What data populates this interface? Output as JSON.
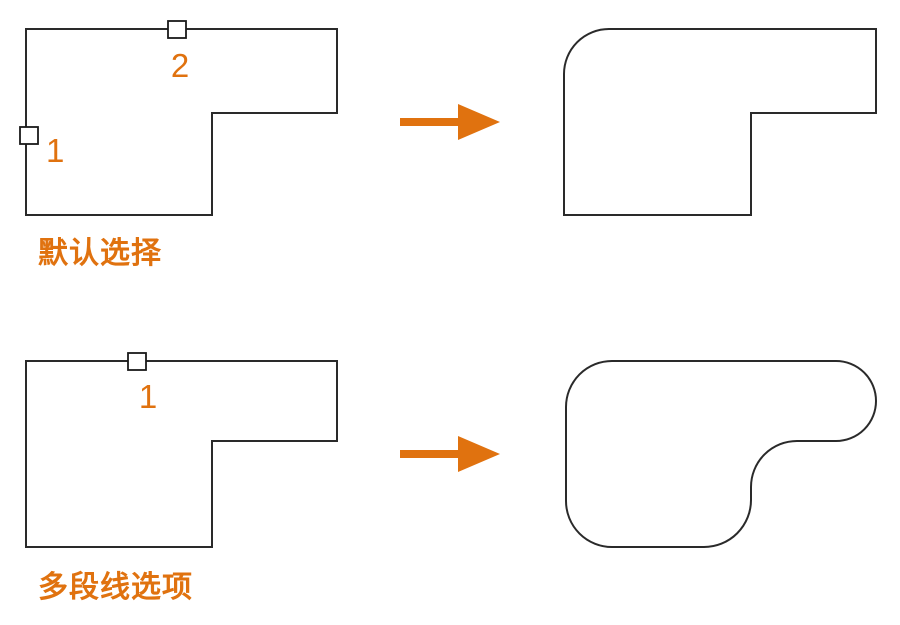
{
  "colors": {
    "accent": "#e0720f",
    "stroke": "#2a2a2a",
    "background": "#ffffff"
  },
  "top_row": {
    "caption": "默认选择",
    "pick_labels": [
      "2",
      "1"
    ]
  },
  "bottom_row": {
    "caption": "多段线选项",
    "pick_labels": [
      "1"
    ]
  },
  "icons": [
    "arrow-right-icon",
    "selection-box-icon"
  ]
}
